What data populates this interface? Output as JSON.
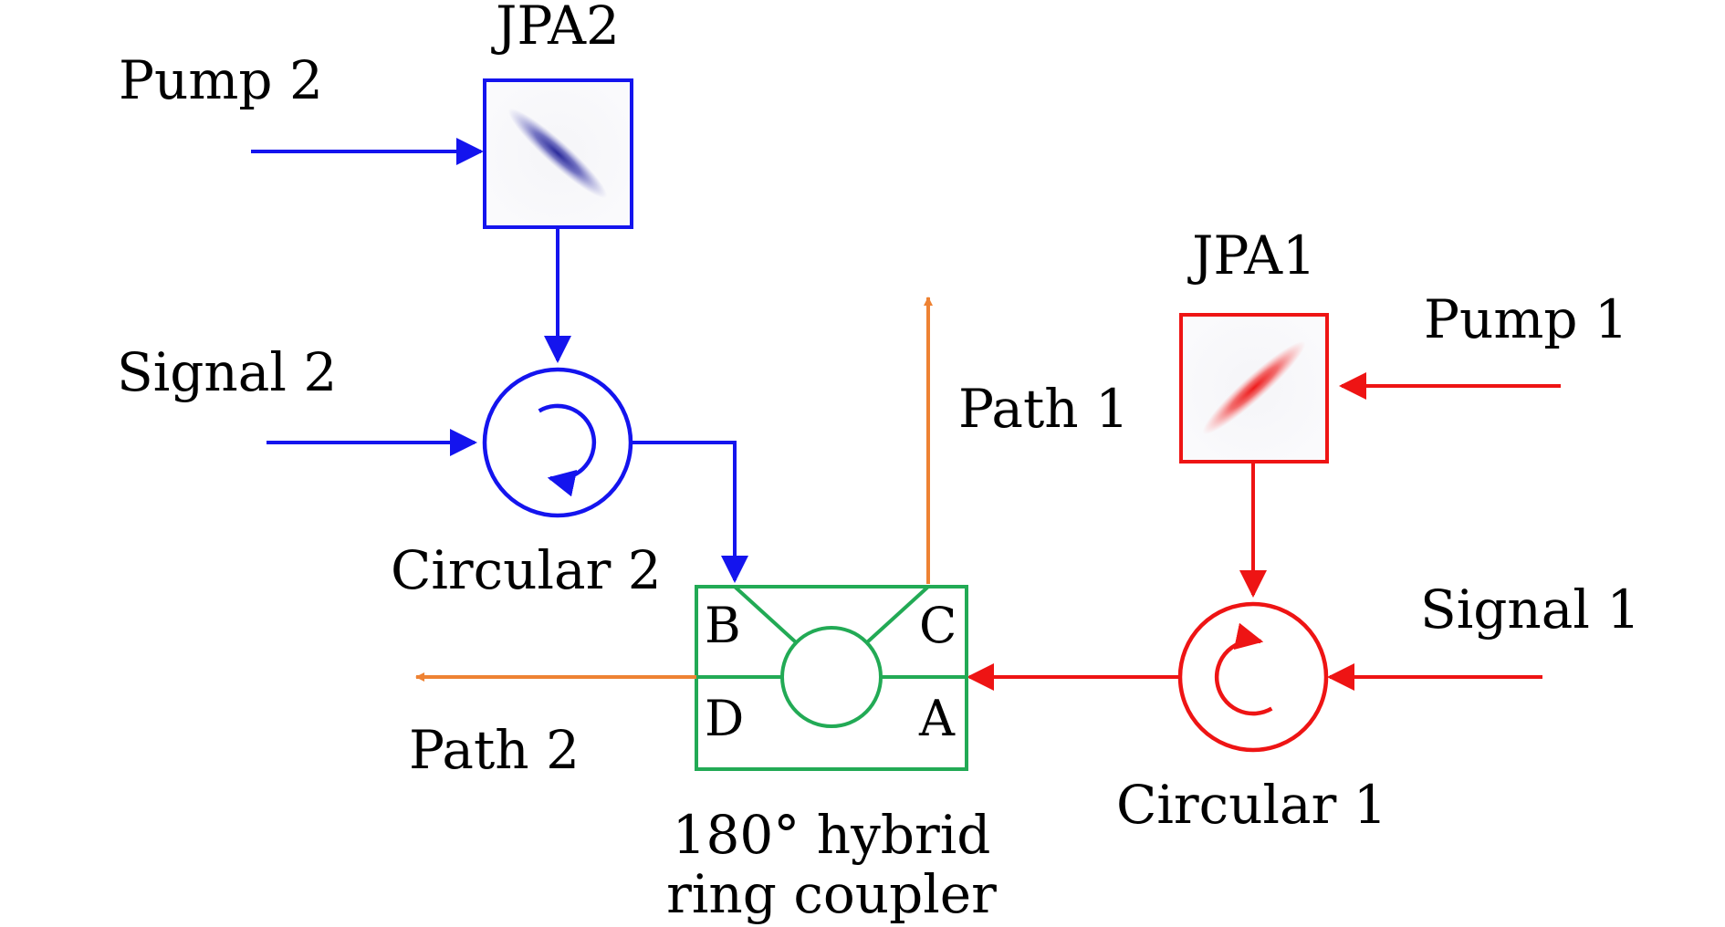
{
  "labels": {
    "jpa2": "JPA2",
    "jpa1": "JPA1",
    "pump2": "Pump 2",
    "pump1": "Pump 1",
    "signal2": "Signal 2",
    "signal1": "Signal 1",
    "circular2": "Circular 2",
    "circular1": "Circular 1",
    "path1": "Path 1",
    "path2": "Path 2",
    "coupler_line1": "180° hybrid",
    "coupler_line2": "ring coupler"
  },
  "ports": {
    "a": "A",
    "b": "B",
    "c": "C",
    "d": "D"
  },
  "colors": {
    "branch2": "#1414ee",
    "branch1": "#ee1414",
    "coupler": "#22aa55",
    "output": "#ee8233",
    "text": "#000000"
  }
}
